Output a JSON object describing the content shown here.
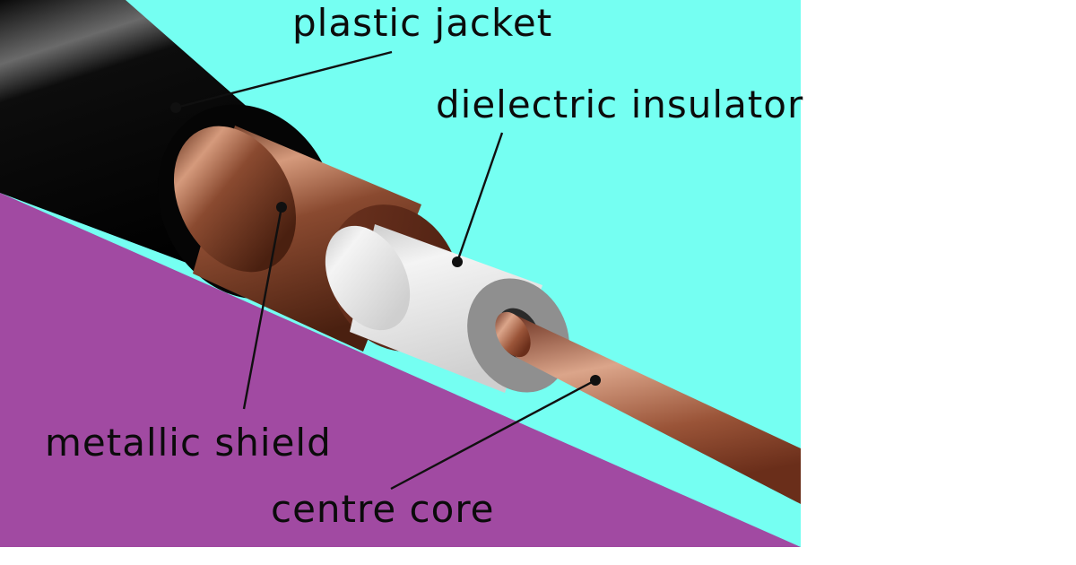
{
  "labels": {
    "plastic_jacket": "plastic jacket",
    "dielectric_insulator": "dielectric insulator",
    "metallic_shield": "metallic shield",
    "centre_core": "centre core"
  },
  "colors": {
    "background_upper": "#75fff2",
    "background_lower": "#a14aa2",
    "jacket": "#050505",
    "shield": "#7a3a22",
    "shield_highlight": "#c98a6c",
    "insulator": "#eaeaea",
    "insulator_end": "#8f8f8f",
    "core": "#8c4a30",
    "core_highlight": "#d49b7e",
    "leader": "#101010"
  }
}
